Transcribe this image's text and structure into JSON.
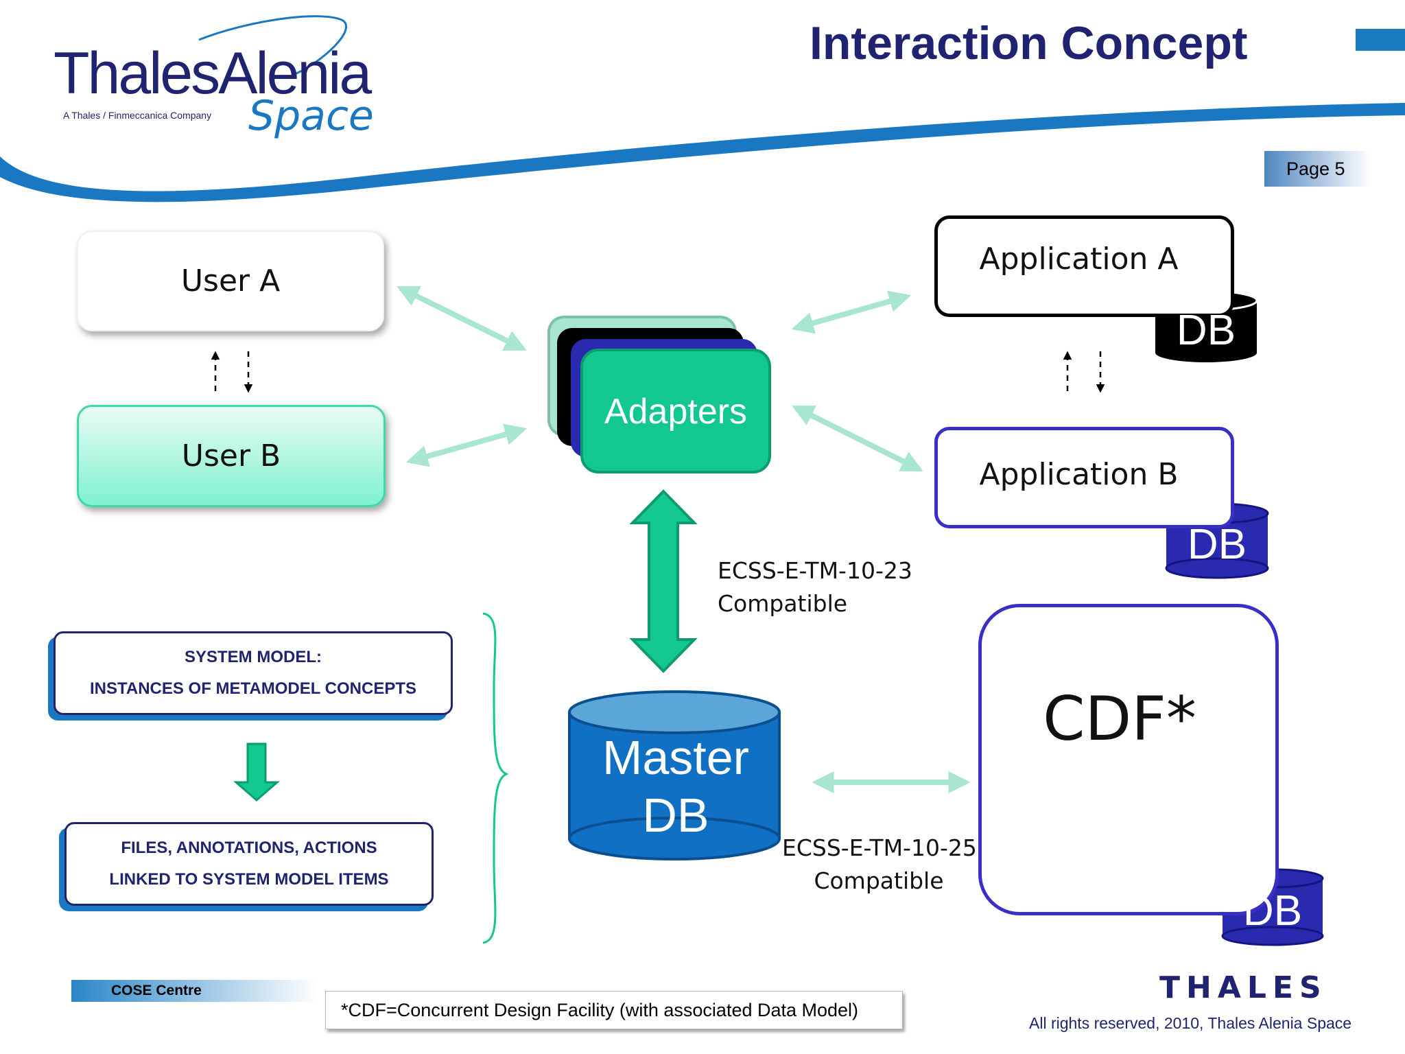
{
  "header": {
    "logo_main": "ThalesAlenia",
    "logo_tagline": "A Thales / Finmeccanica Company",
    "logo_space": "Space",
    "title": "Interaction Concept",
    "page_label": "Page 5"
  },
  "users": {
    "user_a": "User A",
    "user_b": "User B"
  },
  "hub": {
    "adapters": "Adapters",
    "master_db_line1": "Master",
    "master_db_line2": "DB"
  },
  "applications": {
    "app_a": "Application A",
    "app_b": "Application B",
    "db_label": "DB",
    "cdf": "CDF*"
  },
  "standards": {
    "std_1_line1": "ECSS-E-TM-10-23",
    "std_1_line2": "Compatible",
    "std_2_line1": "ECSS-E-TM-10-25",
    "std_2_line2": "Compatible"
  },
  "model": {
    "system_model_line1": "SYSTEM MODEL:",
    "system_model_line2": "INSTANCES OF METAMODEL CONCEPTS",
    "files_line1": "FILES, ANNOTATIONS, ACTIONS",
    "files_line2": "LINKED TO SYSTEM MODEL ITEMS"
  },
  "footer": {
    "cose": "COSE Centre",
    "footnote": "*CDF=Concurrent Design Facility (with associated Data Model)",
    "thales": "THALES",
    "rights": "All rights reserved, 2010, Thales Alenia Space"
  },
  "colors": {
    "navy": "#1f2370",
    "blue": "#1a78c2",
    "green": "#12c88f",
    "arrow_light": "#a8e6d2",
    "purple": "#3a2fc4"
  }
}
